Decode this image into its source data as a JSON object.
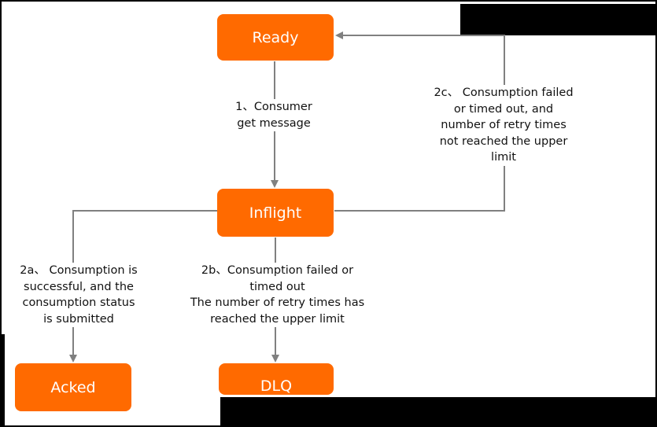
{
  "colors": {
    "node_fill": "#ff6a00",
    "node_text": "#ffffff",
    "connector": "#808080",
    "background": "#ffffff"
  },
  "nodes": {
    "ready": "Ready",
    "inflight": "Inflight",
    "acked": "Acked",
    "dlq": "DLQ"
  },
  "edges": {
    "consume": "1、Consumer\nget message",
    "retry": "2c、 Consumption failed\nor timed out, and\nnumber of retry times\nnot reached the upper\nlimit",
    "success": "2a、 Consumption is\nsuccessful, and the\nconsumption status\nis submitted",
    "dead_letter": "2b、Consumption failed or\ntimed out\nThe number of retry times has\nreached the upper limit"
  }
}
